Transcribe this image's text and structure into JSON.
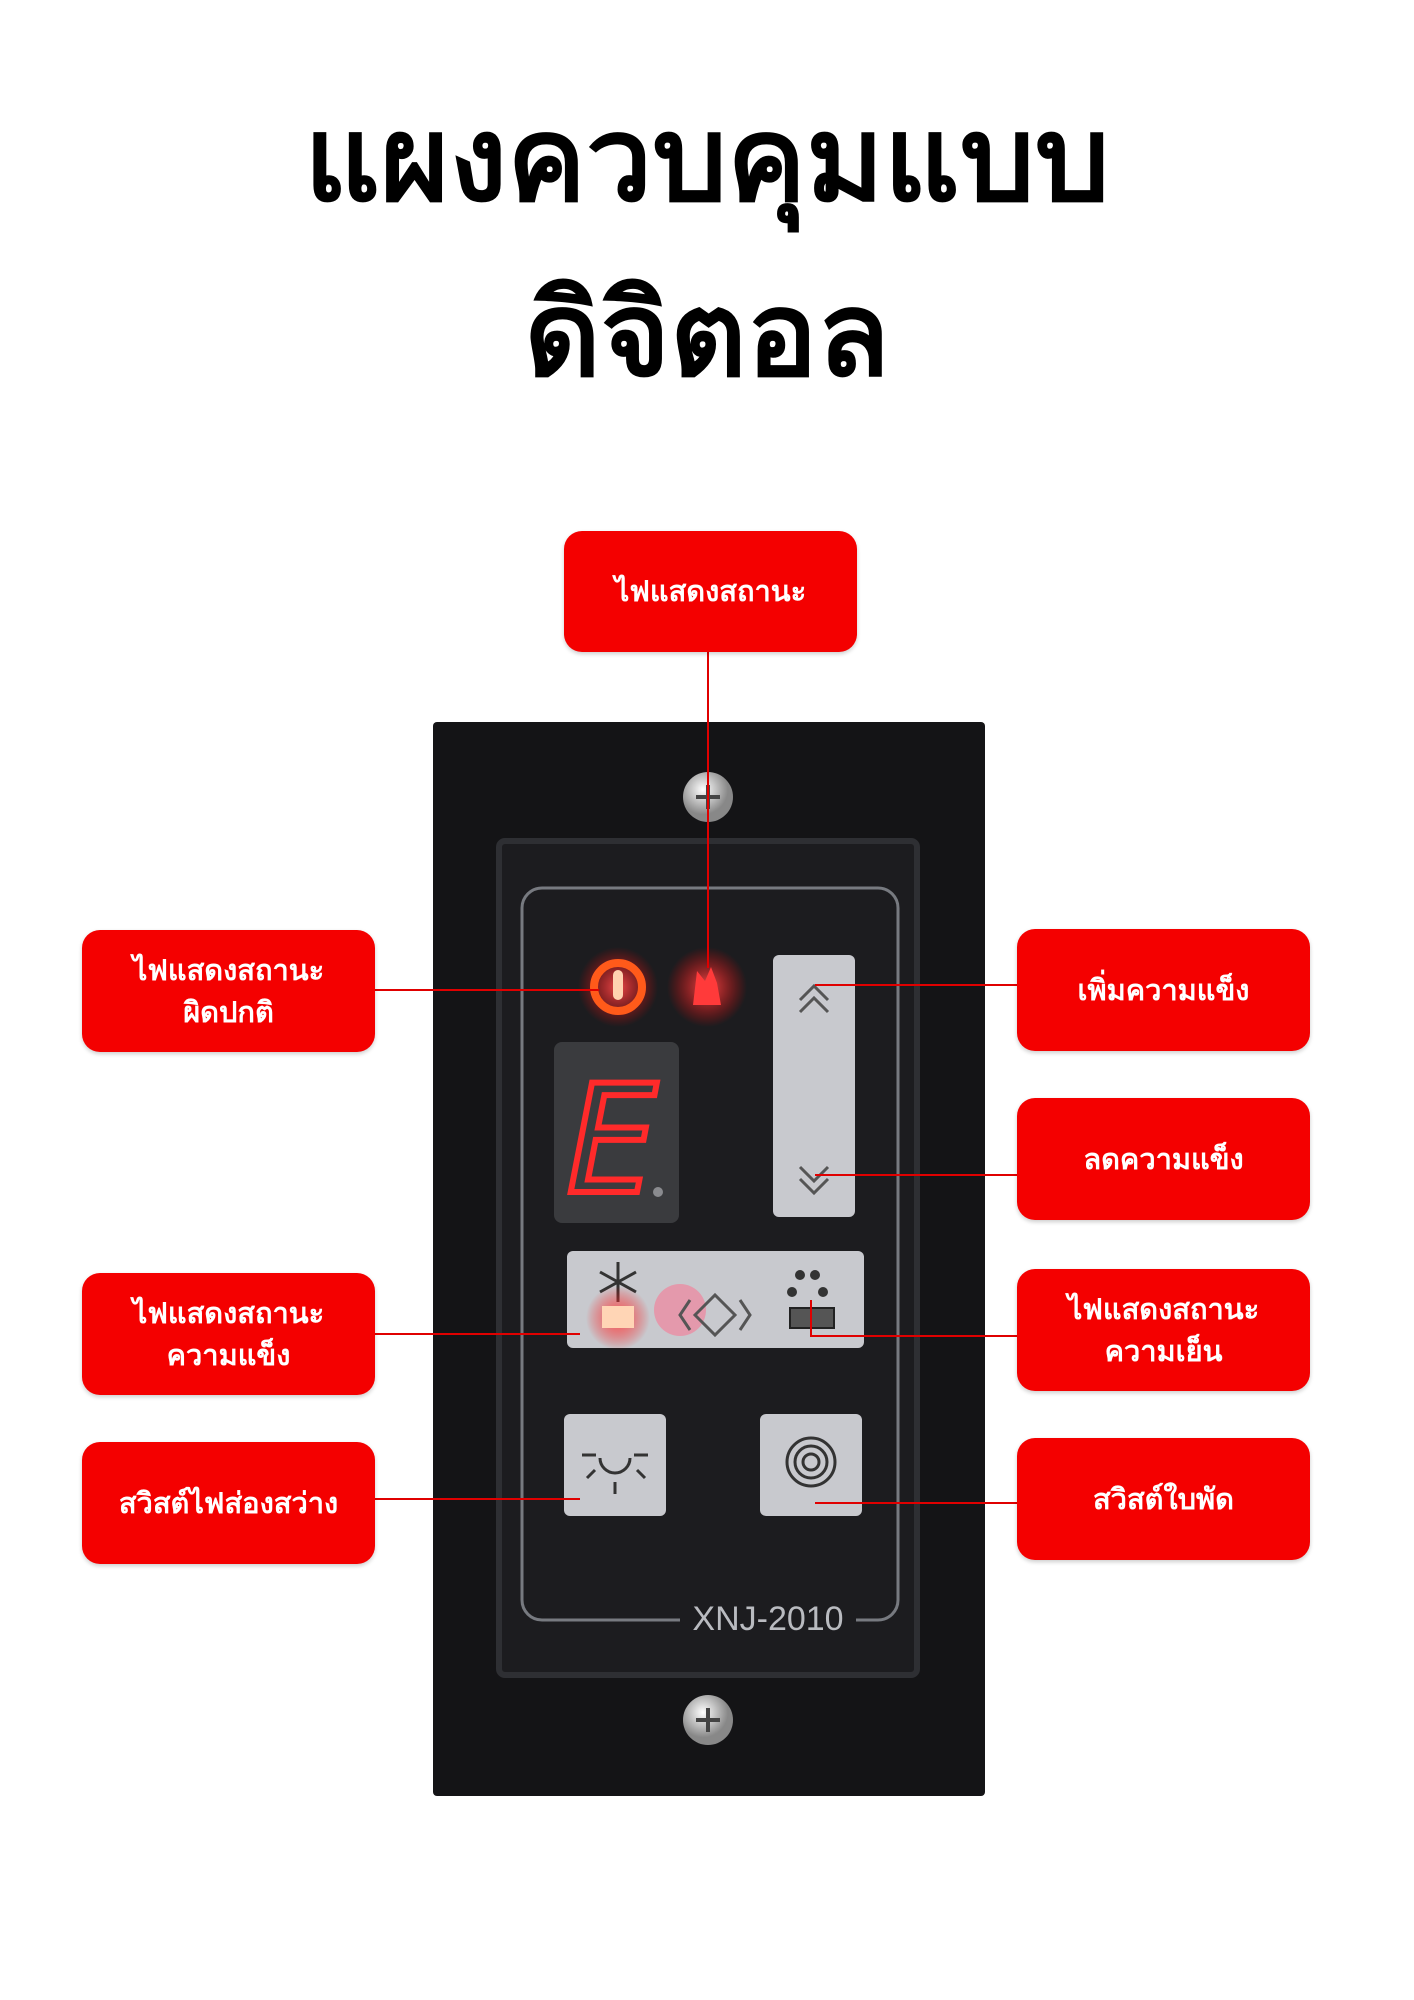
{
  "title": {
    "line1": "แผงควบคุมแบบ",
    "line2": "ดิจิตอล"
  },
  "labels": {
    "status_light": "ไฟแสดงสถานะ",
    "fault_light": [
      "ไฟแสดงสถานะ",
      "ผิดปกติ"
    ],
    "increase_freeze": "เพิ่มความแข็ง",
    "decrease_freeze": "ลดความแข็ง",
    "freeze_status": [
      "ไฟแสดงสถานะ",
      "ความแข็ง"
    ],
    "cool_status": [
      "ไฟแสดงสถานะ",
      "ความเย็น"
    ],
    "light_switch": "สวิสต์ไฟส่องสว่าง",
    "fan_switch": "สวิสต์ใบพัด"
  },
  "panel": {
    "model": "XNJ-2010",
    "display_digit": "E"
  },
  "colors": {
    "label_red": "#f40000",
    "panel_black": "#141416",
    "led_red": "#ff2a2a",
    "button_gray": "#c8c9ce"
  },
  "icons": [
    "alarm-thermometer-icon",
    "flame-icon",
    "chevron-up-icon",
    "chevron-down-icon",
    "snowflake-icon",
    "diamond-arrows-icon",
    "water-drops-icon",
    "light-icon",
    "fan-spiral-icon",
    "screw-icon"
  ]
}
